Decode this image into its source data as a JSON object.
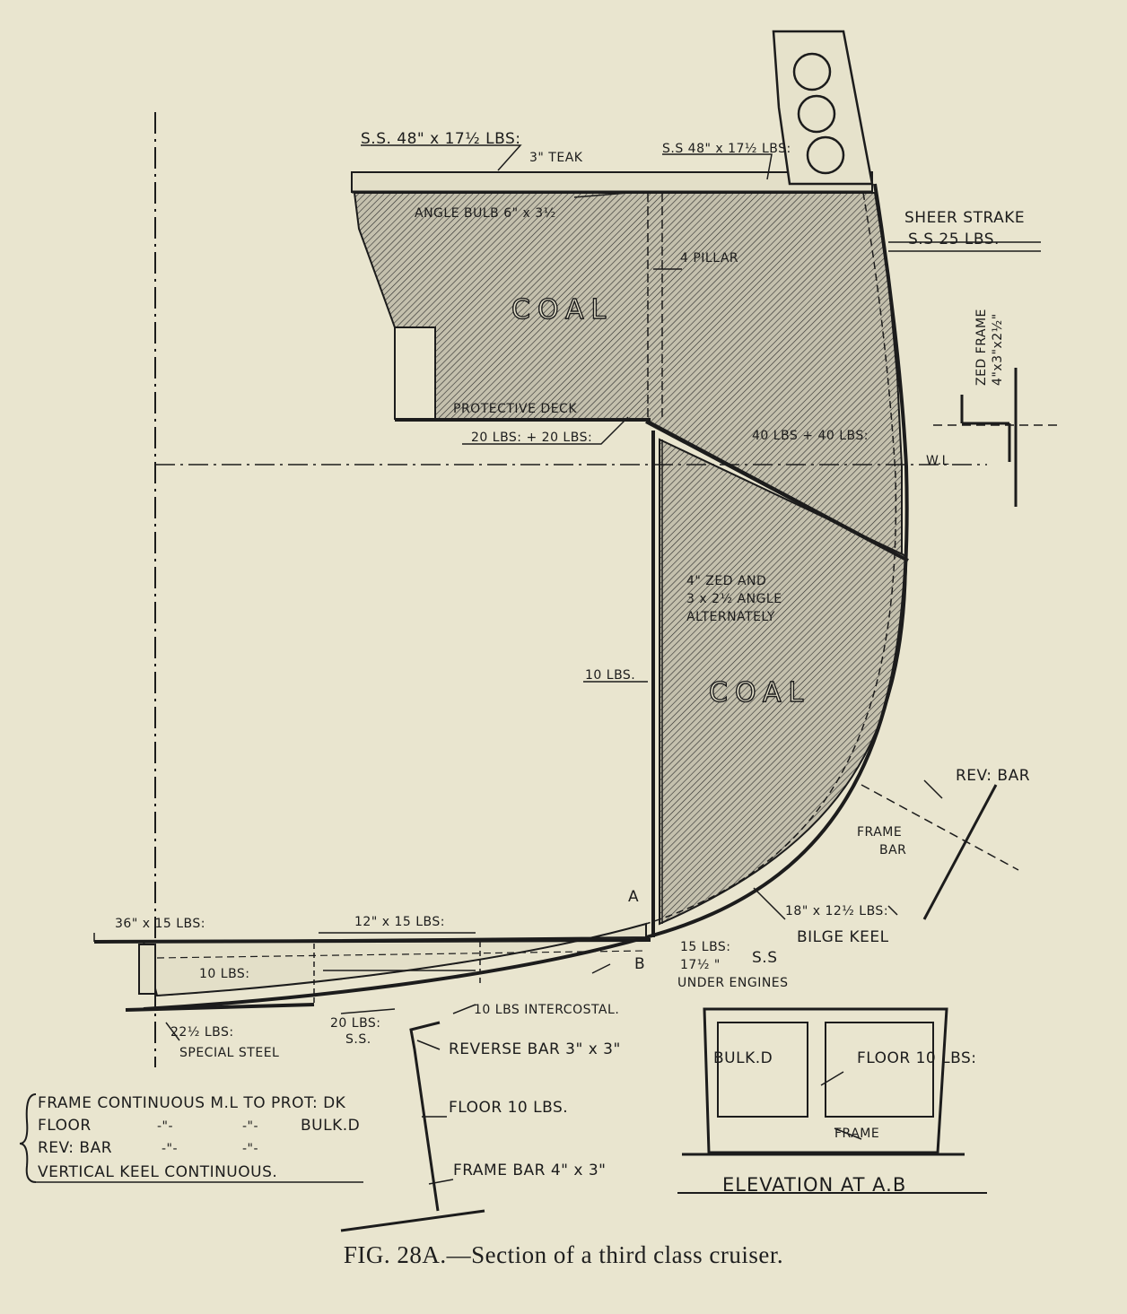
{
  "caption": "FIG. 28A.—Section of a third class cruiser.",
  "labels": {
    "ss_left": "S.S. 48\" x 17½ LBS:",
    "teak": "3\" TEAK",
    "ss_right": "S.S 48\" x 17½ LBS:",
    "angle_bulb": "ANGLE BULB 6\" x 3½",
    "pillar": "4 PILLAR",
    "coal_upper": "COAL",
    "protective_deck": "PROTECTIVE DECK",
    "deck_plating": "20 LBS: + 20 LBS:",
    "slope_plating": "40 LBS + 40 LBS:",
    "sheer_strake_1": "SHEER STRAKE",
    "sheer_strake_2": "S.S 25 LBS.",
    "zed_frame_1": "ZED FRAME",
    "zed_frame_2": "4\"x3\"x2½\"",
    "wl": "W.L",
    "zed_angle_1": "4\" ZED AND",
    "zed_angle_2": "3 x 2½ ANGLE",
    "zed_angle_3": "ALTERNATELY",
    "bulkhead_weight": "10 LBS.",
    "coal_lower": "COAL",
    "rev_bar": "REV: BAR",
    "frame_bar_1": "FRAME",
    "frame_bar_2": "BAR",
    "point_a": "A",
    "point_b": "B",
    "bilge_size": "18\" x 12½ LBS:",
    "bilge_keel": "BILGE KEEL",
    "ss_under_1": "15 LBS:",
    "ss_under_2": "17½ \"",
    "ss_under_3": "S.S",
    "under_engines": "UNDER ENGINES",
    "keel_plate": "36\" x 15 LBS:",
    "girder": "12\" x 15 LBS:",
    "floor_weight": "10 LBS:",
    "intercostal": "10 LBS INTERCOSTAL.",
    "special_1": "22½ LBS:",
    "special_2": "SPECIAL STEEL",
    "ss_20_1": "20 LBS:",
    "ss_20_2": "S.S.",
    "reverse_bar": "REVERSE BAR 3\" x 3\"",
    "floor_10": "FLOOR 10 LBS.",
    "frame_bar_43": "FRAME BAR 4\" x 3\"",
    "legend_1": "FRAME CONTINUOUS M.L TO PROT: DK",
    "legend_2a": "FLOOR",
    "legend_2b": "BULK.D",
    "legend_3": "REV: BAR",
    "legend_4": "VERTICAL KEEL CONTINUOUS.",
    "legend_ditto": "-\"-",
    "elev_bulk": "BULK.D",
    "elev_floor": "FLOOR 10 LBS:",
    "elev_frame": "FRAME",
    "elev_title": "ELEVATION AT A.B"
  },
  "colors": {
    "paper": "#e9e5cf",
    "ink": "#1c1c1c",
    "hatch_fill": "#bdb9a6"
  }
}
